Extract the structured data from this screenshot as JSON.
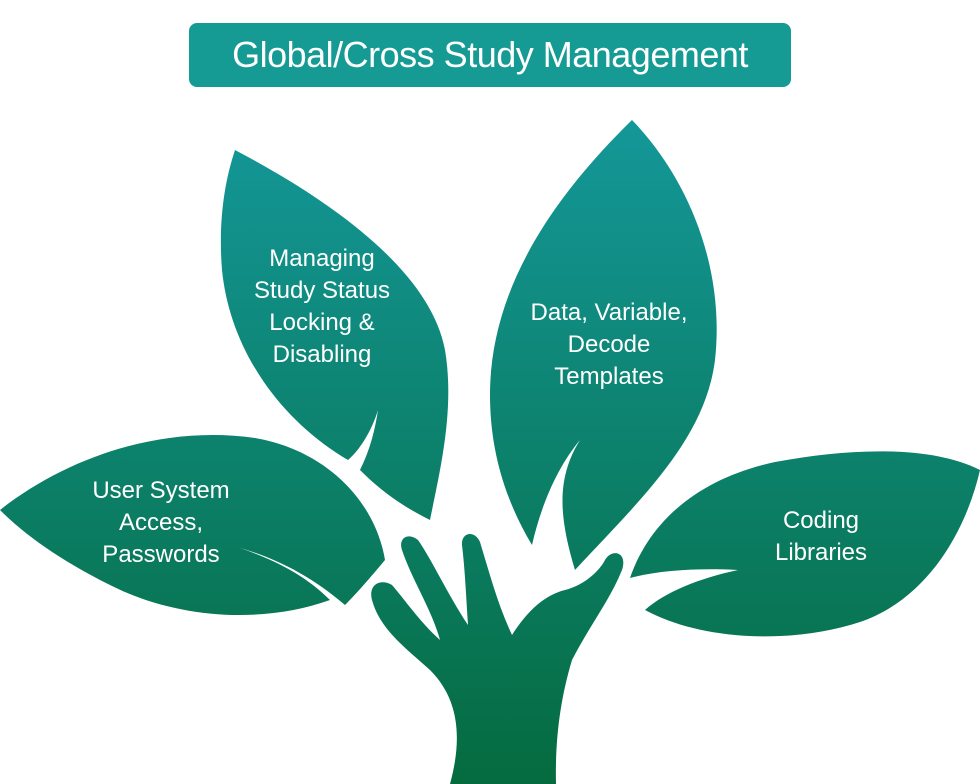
{
  "title": "Global/Cross Study Management",
  "colors": {
    "title_bg": "#159a94",
    "gradient_top": "#14989a",
    "gradient_bottom": "#056b3f",
    "text": "#ffffff"
  },
  "leaves": [
    {
      "id": "status",
      "lines": [
        "Managing",
        "Study Status",
        "Locking &",
        "Disabling"
      ]
    },
    {
      "id": "templates",
      "lines": [
        "Data, Variable,",
        "Decode",
        "Templates"
      ]
    },
    {
      "id": "access",
      "lines": [
        "User System",
        "Access,",
        "Passwords"
      ]
    },
    {
      "id": "coding",
      "lines": [
        "Coding",
        "Libraries"
      ]
    }
  ]
}
